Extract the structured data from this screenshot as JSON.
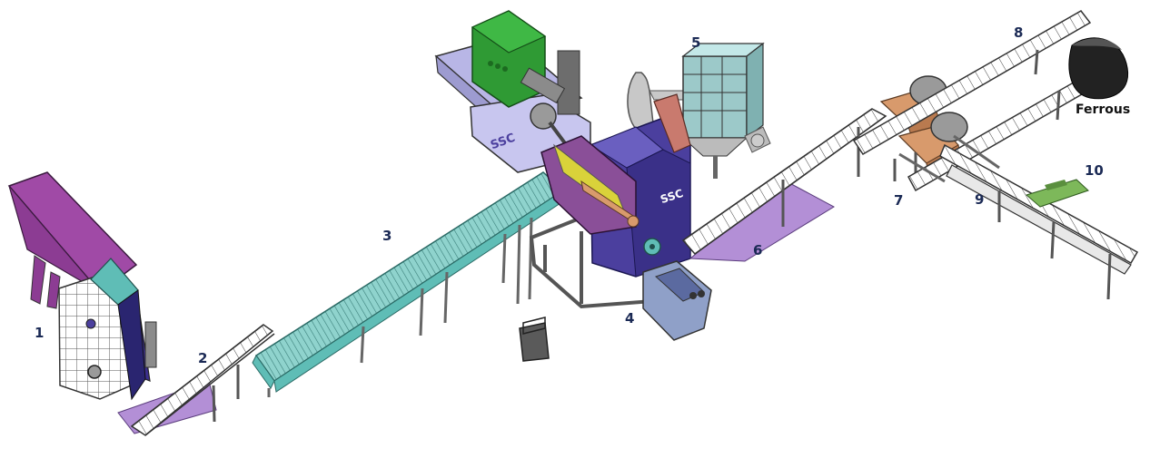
{
  "diagram": {
    "labels": {
      "n1": "1",
      "n2": "2",
      "n3": "3",
      "n4": "4",
      "n5": "5",
      "n6": "6",
      "n7": "7",
      "n8": "8",
      "n9": "9",
      "n10": "10"
    },
    "ferrous": "Ferrous",
    "logo": "SSC",
    "colors": {
      "hopper": "#a04aa6",
      "teal": "#7ad3cc",
      "shredder_blue": "#4b3f9e",
      "motor_green": "#2f9a34",
      "housing_lavender": "#b8b6e6",
      "chute_lavender": "#b38fd6",
      "copper": "#d89a6c",
      "dust_collector": "#a9d9d9",
      "sorted_green": "#7db85a",
      "frame_gray": "#6d6d6d"
    }
  }
}
